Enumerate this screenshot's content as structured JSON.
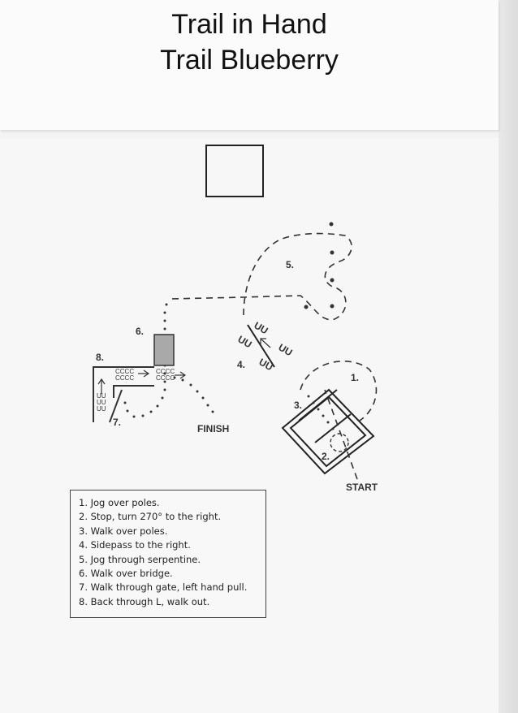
{
  "title": {
    "line1": "Trail in Hand",
    "line2": "Trail Blueberry"
  },
  "diagram": {
    "start_label": "START",
    "finish_label": "FINISH",
    "obstacle_numbers": [
      "1.",
      "2.",
      "3.",
      "4.",
      "5.",
      "6.",
      "7.",
      "8."
    ],
    "pole_marker": "CCCC"
  },
  "legend": {
    "items": [
      "1. Jog over poles.",
      "2. Stop, turn 270° to the right.",
      "3. Walk over poles.",
      "4. Sidepass to the right.",
      "5. Jog through serpentine.",
      "6. Walk over bridge.",
      "7. Walk through gate, left hand pull.",
      "8. Back through L, walk out."
    ]
  }
}
